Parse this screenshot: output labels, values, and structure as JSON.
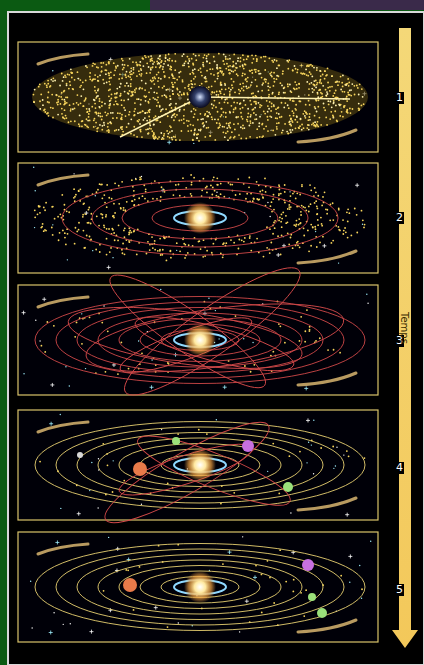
{
  "diagram": {
    "labels": [
      "1",
      "2",
      "3",
      "4",
      "5",
      "Temps"
    ]
  }
}
